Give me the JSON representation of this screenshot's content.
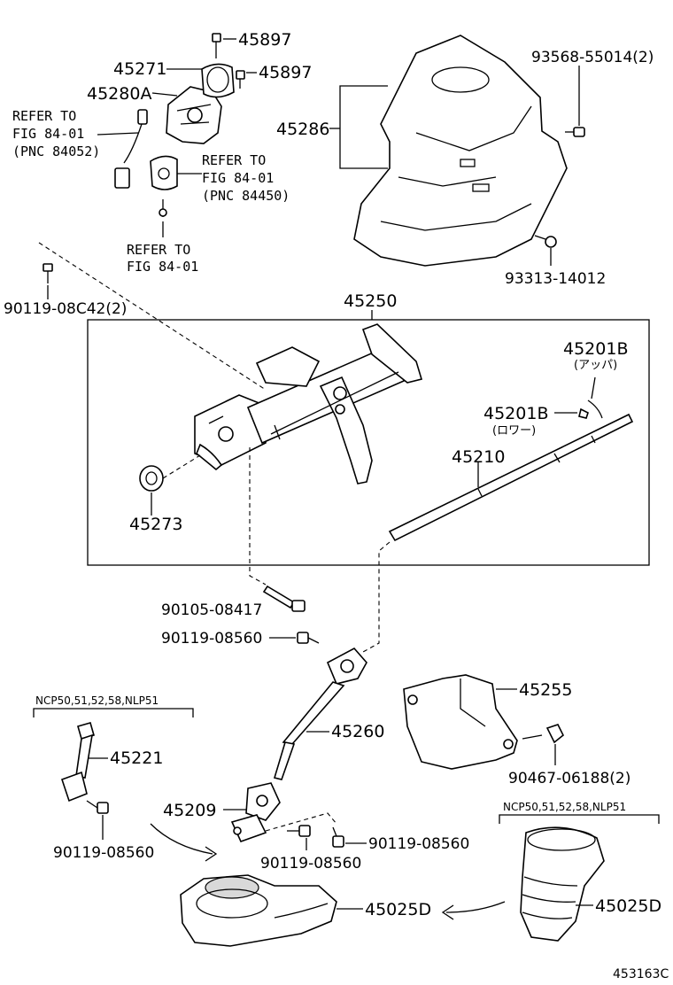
{
  "labels": {
    "p45897a": "45897",
    "p45271": "45271",
    "p45897b": "45897",
    "p45280a": "45280A",
    "ref1_line1": "REFER TO",
    "ref1_line2": "FIG 84-01",
    "ref1_line3": "(PNC 84052)",
    "ref2_line1": "REFER TO",
    "ref2_line2": "FIG 84-01",
    "ref2_line3": "(PNC 84450)",
    "ref3_line1": "REFER TO",
    "ref3_line2": "FIG 84-01",
    "p90119_08c42": "90119-08C42(2)",
    "p45286": "45286",
    "p93568": "93568-55014(2)",
    "p93313": "93313-14012",
    "p45250": "45250",
    "p45201b_upper": "45201B",
    "p45201b_upper_note": "(アッパ)",
    "p45201b_lower": "45201B",
    "p45201b_lower_note": "(ロワー)",
    "p45210": "45210",
    "p45273": "45273",
    "p90105": "90105-08417",
    "p90119_08560_a": "90119-08560",
    "p45255": "45255",
    "p90467": "90467-06188(2)",
    "model_left": "NCP50,51,52,58,NLP51",
    "p45221": "45221",
    "p45260": "45260",
    "p90119_08560_b": "90119-08560",
    "p45209": "45209",
    "p90119_08560_c": "90119-08560",
    "p90119_08560_d": "90119-08560",
    "model_right": "NCP50,51,52,58,NLP51",
    "p45025d_left": "45025D",
    "p45025d_right": "45025D",
    "diagram_code": "453163C"
  }
}
